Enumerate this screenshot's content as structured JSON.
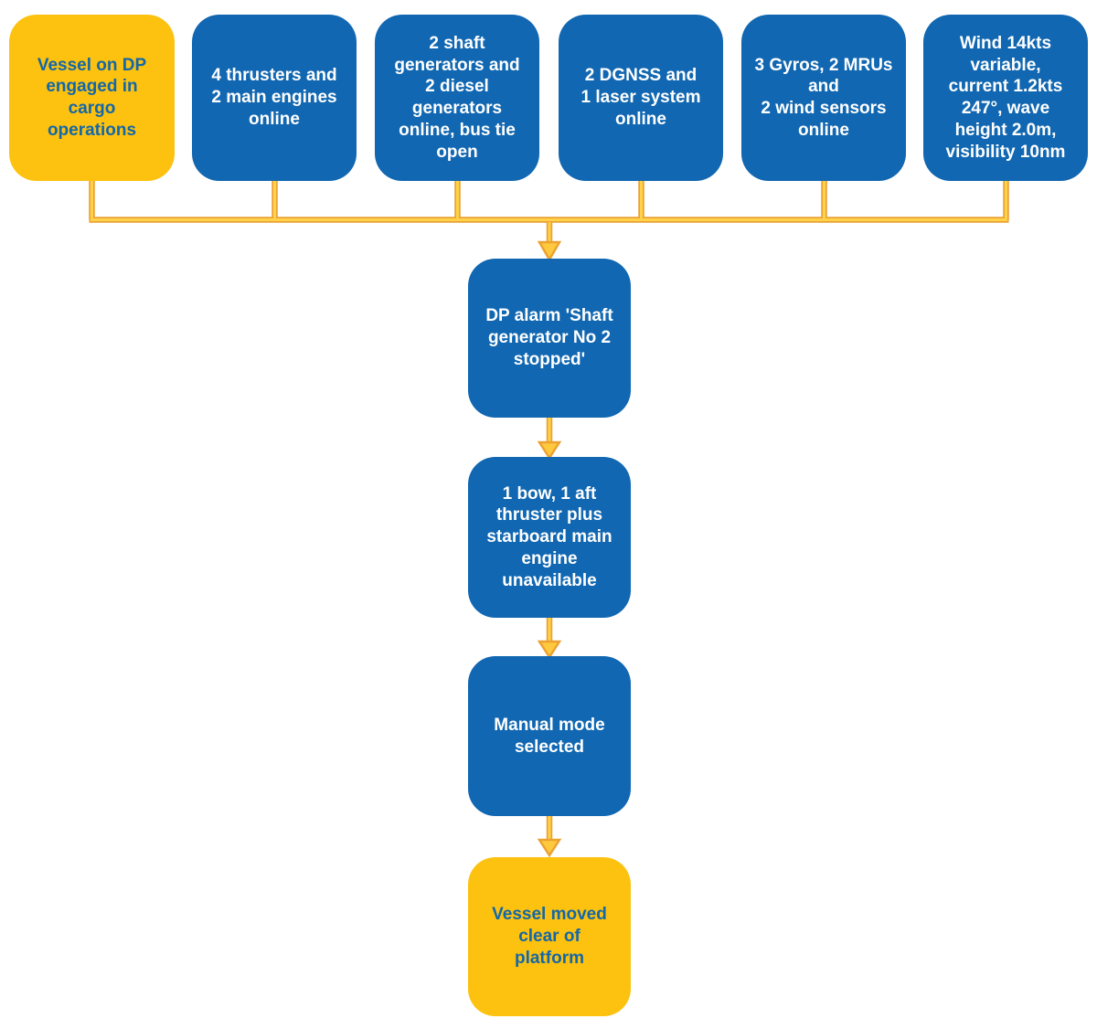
{
  "palette": {
    "box_blue": "#1167B1",
    "box_yellow": "#FCC20F",
    "text_on_blue": "#FFFFFF",
    "text_on_yellow": "#1467A8",
    "connector_outer": "#EBA233",
    "connector_inner": "#FFD24A"
  },
  "flowchart": {
    "top_row": [
      {
        "variant": "yellow",
        "text": "Vessel on DP\nengaged in\ncargo\noperations"
      },
      {
        "variant": "blue",
        "text": "4 thrusters and\n2 main engines\nonline"
      },
      {
        "variant": "blue",
        "text": "2 shaft\ngenerators and\n2 diesel\ngenerators\nonline, bus tie\nopen"
      },
      {
        "variant": "blue",
        "text": "2 DGNSS and\n1 laser system\nonline"
      },
      {
        "variant": "blue",
        "text": "3 Gyros, 2 MRUs\nand\n2 wind sensors\nonline"
      },
      {
        "variant": "blue",
        "text": "Wind 14kts\nvariable,\ncurrent 1.2kts\n247°, wave\nheight 2.0m,\nvisibility 10nm"
      }
    ],
    "sequence": [
      {
        "variant": "blue",
        "text": "DP alarm 'Shaft\ngenerator No 2\nstopped'"
      },
      {
        "variant": "blue",
        "text": "1 bow, 1 aft\nthruster plus\nstarboard main\nengine\nunavailable"
      },
      {
        "variant": "blue",
        "text": "Manual mode\nselected"
      },
      {
        "variant": "yellow",
        "text": "Vessel moved\nclear of\nplatform"
      }
    ]
  }
}
